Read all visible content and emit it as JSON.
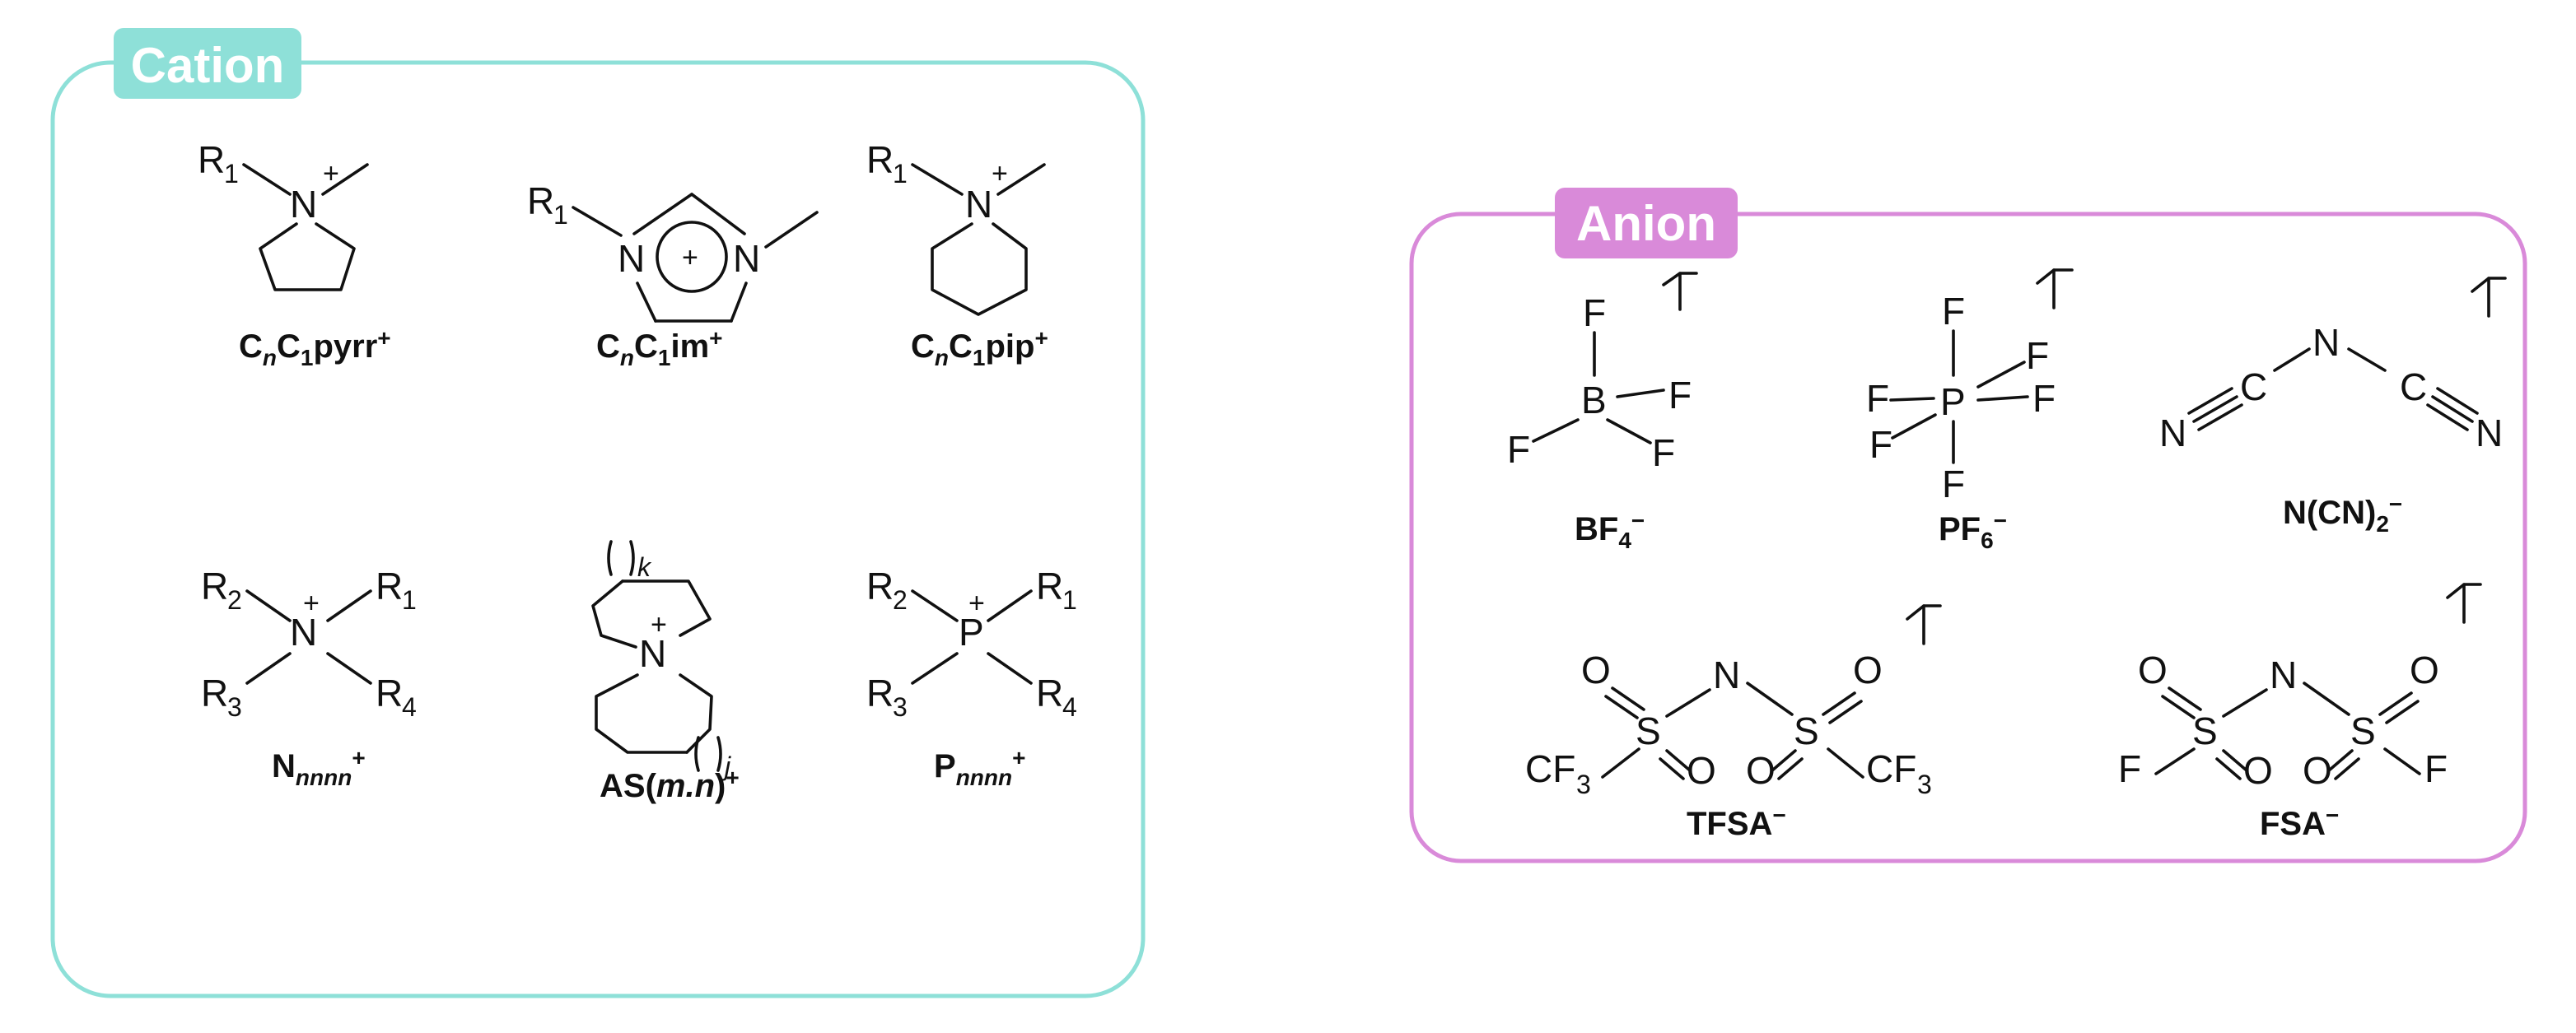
{
  "panels": {
    "cation": {
      "title": "Cation",
      "color": "#8ee0d8"
    },
    "anion": {
      "title": "Anion",
      "color": "#d98ad9"
    }
  },
  "labels": {
    "pyrr": "CnC1pyrr+",
    "im": "CnC1im+",
    "pip": "CnC1pip+",
    "ammonium": "Nnnnn+",
    "as": "AS(m.n)+",
    "phosphonium": "Pnnnn+",
    "bf4": "BF4−",
    "pf6": "PF6−",
    "dca": "N(CN)2−",
    "tfsa": "TFSA−",
    "fsa": "FSA−"
  },
  "atoms": {
    "R": "R",
    "N": "N",
    "P": "P",
    "B": "B",
    "F": "F",
    "S": "S",
    "O": "O",
    "C": "C",
    "CF": "CF",
    "plus": "+",
    "minus": "−",
    "one": "1",
    "two": "2",
    "three": "3",
    "four": "4"
  },
  "ring_indices": {
    "k": "k",
    "j": "j",
    "paren": "( )"
  }
}
